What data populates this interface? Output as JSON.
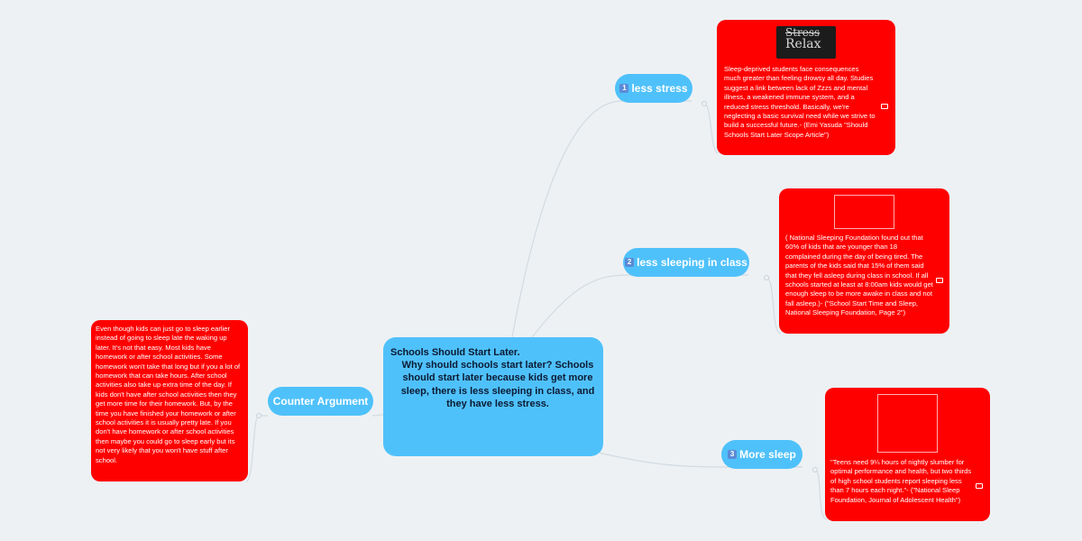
{
  "central": {
    "line1": "Schools Should Start Later.",
    "line2": "Why should schools start later? Schools should start later because kids get more sleep, there is less sleeping in class, and they have less stress."
  },
  "topics": {
    "less_stress": {
      "num": "1",
      "label": "less stress"
    },
    "less_sleeping": {
      "num": "2",
      "label": "less sleeping in class"
    },
    "more_sleep": {
      "num": "3",
      "label": "More sleep"
    },
    "counter": {
      "label": "Counter Argument"
    }
  },
  "notes": {
    "less_stress": {
      "image_text_top": "Stress",
      "image_text_bottom": "Relax",
      "text": "Sleep-deprived students face consequences much greater than feeling drowsy all day. Studies suggest a link between lack of Zzzs and mental illness, a weakened immune system, and a reduced stress threshold. Basically, we're neglecting a basic survival need while we strive to build a successful future.- (Emi Yasuda \"Should Schools Start Later Scope Article\")"
    },
    "less_sleeping": {
      "text": "( National Sleeping Foundation found out that 60% of kids that are younger than 18 complained during the day of being tired. The parents of the kids said that 15% of them said that they fell asleep during class in school. If all schools started at least at 8:00am kids would get enough sleep to be more awake in class and not fall asleep.)- (\"School Start Time and Sleep, National Sleeping Foundation, Page 2\")"
    },
    "more_sleep": {
      "text": "\"Teens need 9¼ hours of nightly slumber for optimal performance and health, but two thirds of high school students report sleeping less than 7 hours each night.\"- (\"National Sleep Foundation, Journal of Adolescent Health\")"
    },
    "counter": {
      "text": "Even though kids can just go to sleep earlier instead of going to sleep late the waking up later. It's not that easy. Most kids have homework or after school activities. Some homework won't take that long but if you a lot of homework that can take hours. After school activities also take up extra time of the day. If kids don't have after school activities then they get more time for their homework. But, by the time you have finished your homework or after school activities it is usually pretty late. If you don't have homework or after school activities then maybe you could go to sleep early but its not very likely that you won't have stuff after school."
    }
  },
  "colors": {
    "topic": "#4fc1fa",
    "note": "#ff0000",
    "link": "#d3dbe1",
    "background": "#edf1f4"
  }
}
